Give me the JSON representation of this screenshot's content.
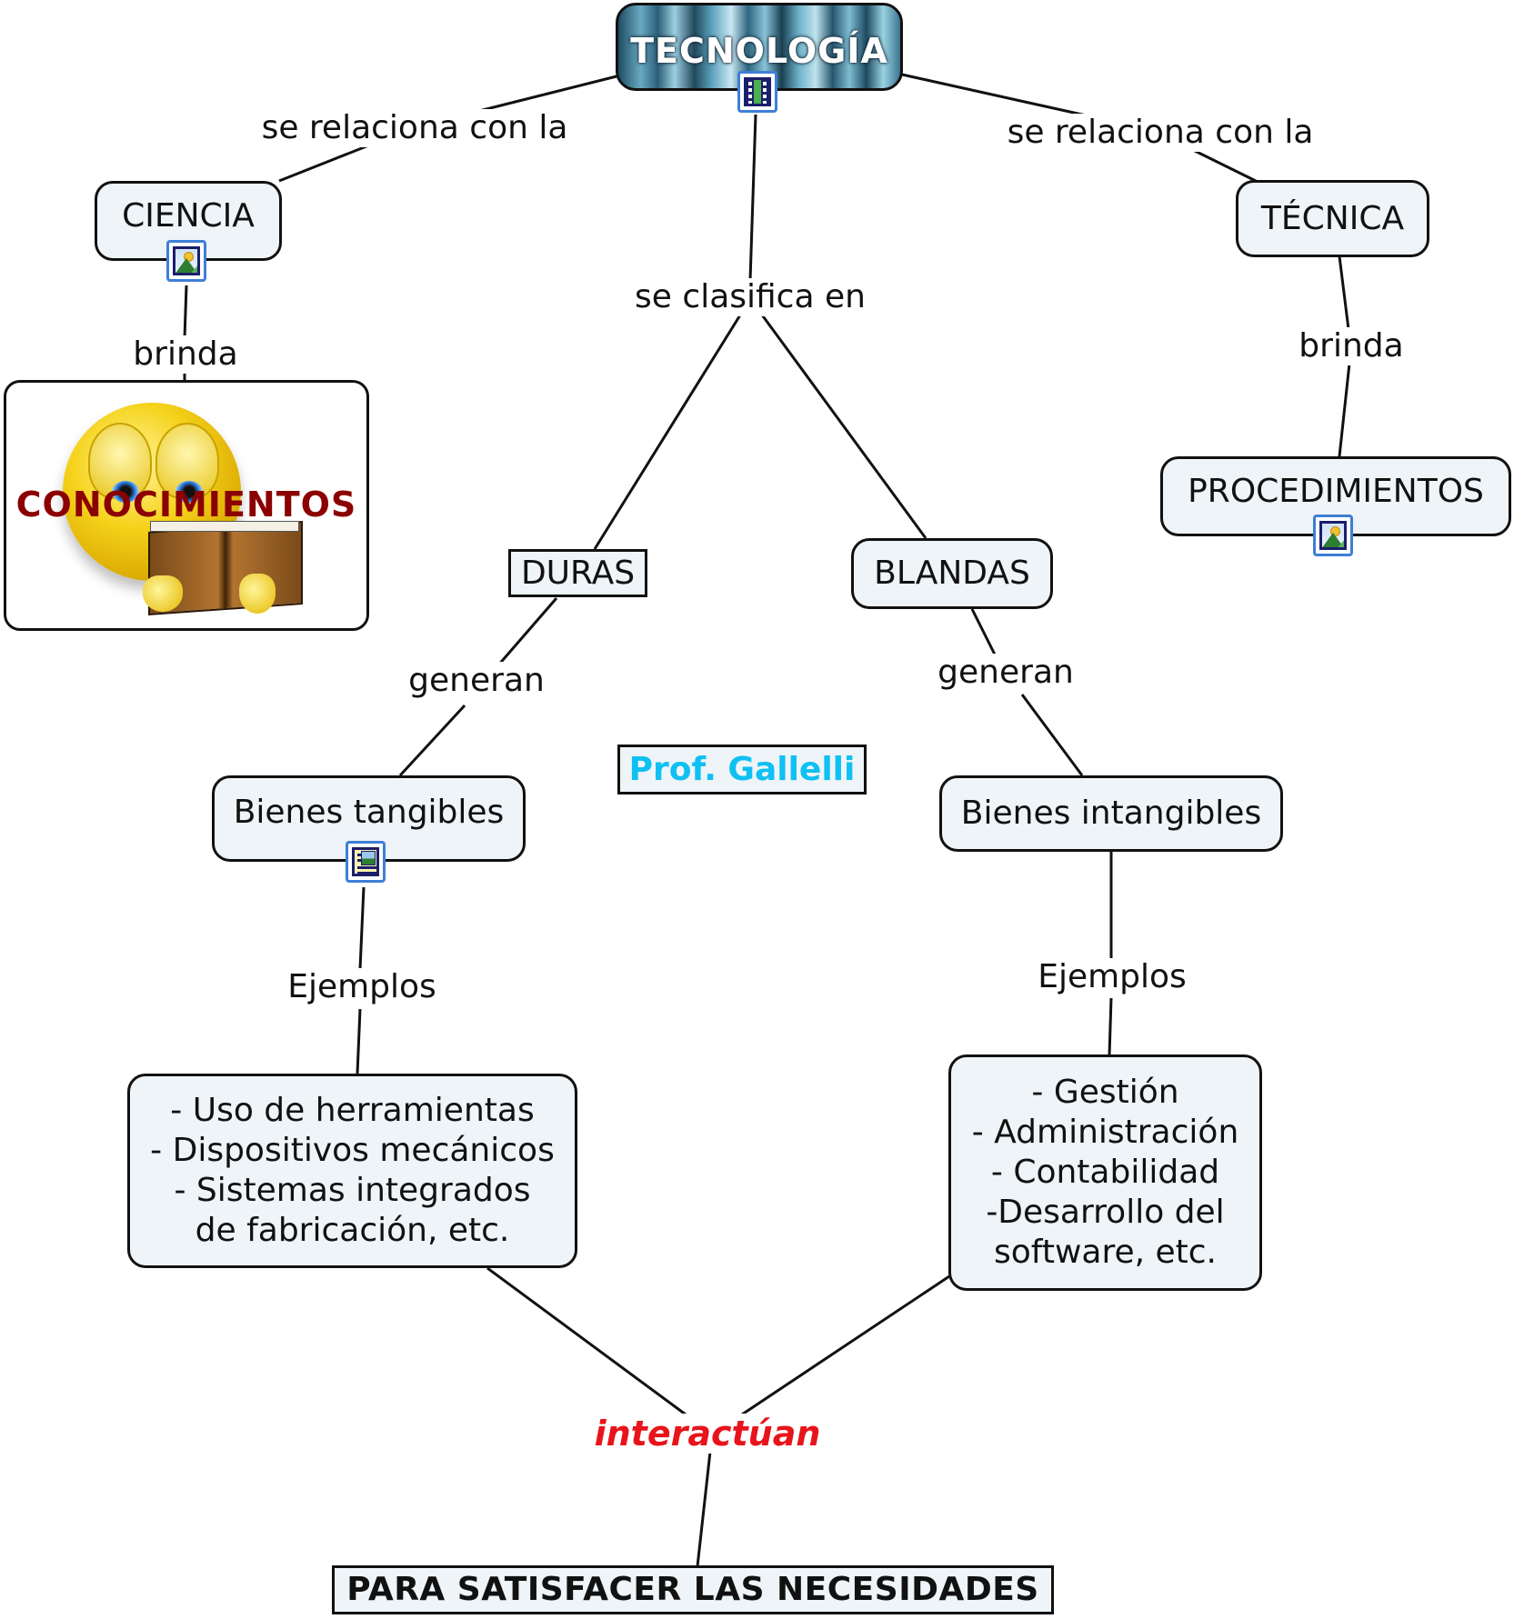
{
  "title": "TECNOLOGÍA",
  "title_icon": "film-icon",
  "nodes": {
    "ciencia": "CIENCIA",
    "tecnica": "TÉCNICA",
    "conocimientos": "CONOCIMIENTOS",
    "procedimientos": "PROCEDIMIENTOS",
    "duras": "DURAS",
    "blandas": "BLANDAS",
    "bienes_tangibles": "Bienes tangibles",
    "bienes_intangibles": "Bienes intangibles",
    "prof": "Prof. Gallelli",
    "ejemplos_tangibles": [
      "- Uso de herramientas",
      "- Dispositivos mecánicos",
      "- Sistemas integrados",
      "de fabricación, etc."
    ],
    "ejemplos_intangibles": [
      "- Gestión",
      "- Administración",
      "- Contabilidad",
      "-Desarrollo del",
      "software, etc."
    ],
    "necesidades": "PARA SATISFACER LAS NECESIDADES"
  },
  "links": {
    "relaciona_ciencia": "se relaciona con la",
    "relaciona_tecnica": "se relaciona con la",
    "clasifica": "se clasifica en",
    "brinda_ciencia": "brinda",
    "brinda_tecnica": "brinda",
    "generan_duras": "generan",
    "generan_blandas": "generan",
    "ejemplos_tangibles": "Ejemplos",
    "ejemplos_intangibles": "Ejemplos",
    "interactuan": "interactúan"
  },
  "icons": {
    "ciencia": "image-icon",
    "procedimientos": "image-icon",
    "bienes_tangibles": "document-image-icon",
    "conocimientos": "reading-smiley-image"
  },
  "colors": {
    "node_fill": "#eef4f7",
    "knowledge_text": "#8b0000",
    "prof_text": "#0fc0f3",
    "interact_text": "#e8141b"
  }
}
